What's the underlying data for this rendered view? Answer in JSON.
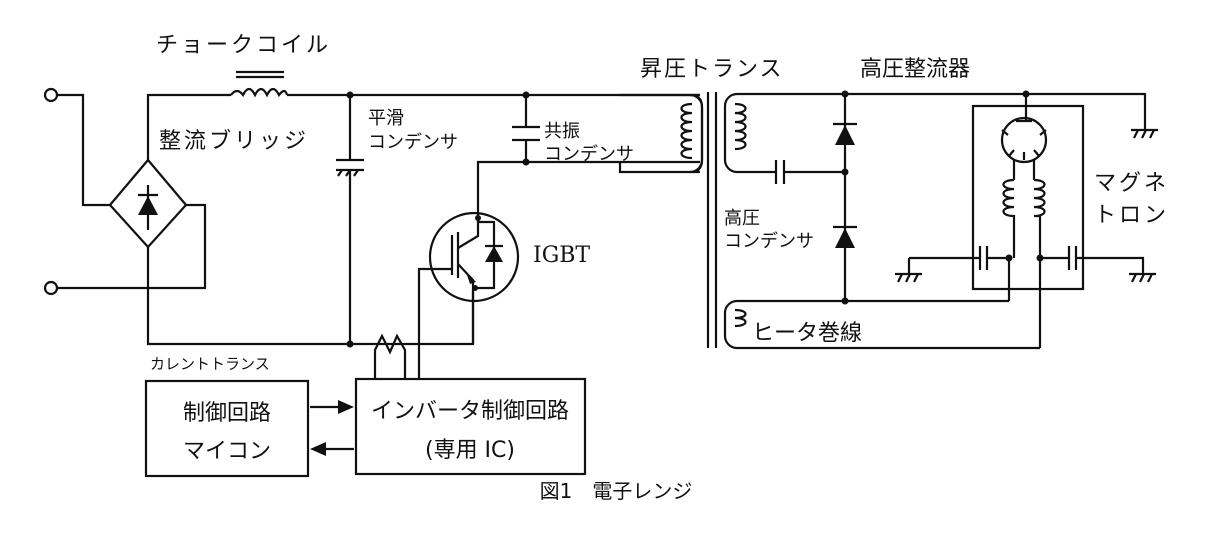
{
  "labels": {
    "choke_coil": "チョークコイル",
    "rectifier_bridge": "整流ブリッジ",
    "smoothing_cap_1": "平滑",
    "smoothing_cap_2": "コンデンサ",
    "resonant_cap_1": "共振",
    "resonant_cap_2": "コンデンサ",
    "igbt": "IGBT",
    "current_transformer": "カレントトランス",
    "step_up_transformer": "昇圧トランス",
    "hv_rectifier": "高圧整流器",
    "hv_cap_1": "高圧",
    "hv_cap_2": "コンデンサ",
    "heater_winding": "ヒータ巻線",
    "magnetron_1": "マグネ",
    "magnetron_2": "トロン"
  },
  "blocks": {
    "control_line1": "制御回路",
    "control_line2": "マイコン",
    "inverter_line1": "インバータ制御回路",
    "inverter_line2": "(専用 IC)"
  },
  "caption": "図1　電子レンジ"
}
